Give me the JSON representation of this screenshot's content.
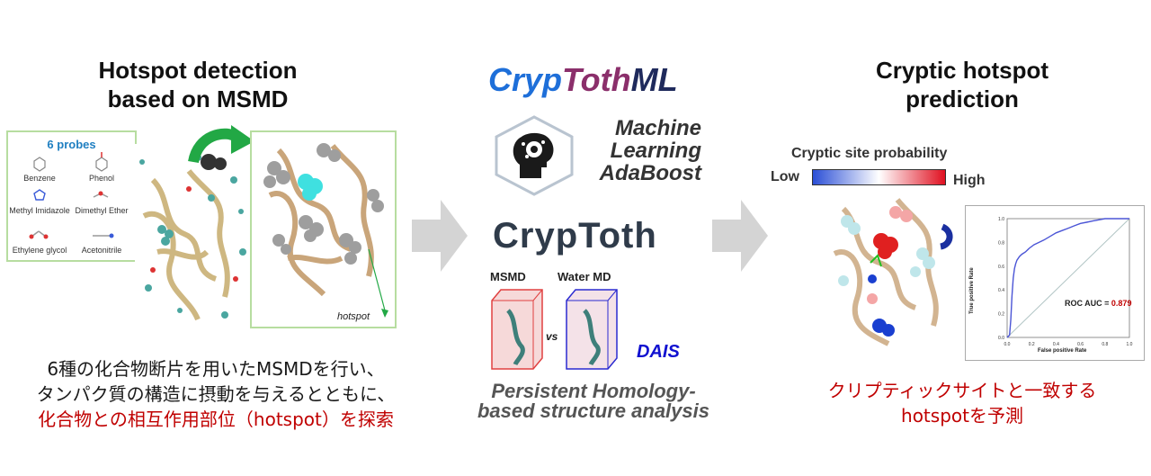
{
  "left": {
    "title_line1": "Hotspot detection",
    "title_line2": "based on MSMD",
    "probes_title": "6 probes",
    "probes": [
      "Benzene",
      "Phenol",
      "Methyl Imidazole",
      "Dimethyl Ether",
      "Ethylene glycol",
      "Acetonitrile"
    ],
    "hotspot_label": "hotspot",
    "desc_line1": "6種の化合物断片を用いたMSMDを行い、",
    "desc_line2": "タンパク質の構造に摂動を与えるとともに、",
    "desc_line3": "化合物との相互作用部位（hotspot）を探索"
  },
  "middle": {
    "logo_part1": "Cryp",
    "logo_part2": "Toth",
    "logo_part3": "ML",
    "ml_line1": "Machine",
    "ml_line2": "Learning",
    "ml_line3": "AdaBoost",
    "cryptoth": "CrypToth",
    "msmd_label": "MSMD",
    "water_label": "Water MD",
    "vs_label": "vs",
    "dais_label": "DAIS",
    "persist_line1": "Persistent Homology-",
    "persist_line2": "based structure analysis"
  },
  "right": {
    "title_line1": "Cryptic hotspot",
    "title_line2": "prediction",
    "prob_title": "Cryptic site probability",
    "low_label": "Low",
    "high_label": "High",
    "roc_ylabel": "True positive Rate",
    "roc_xlabel": "False positive Rate",
    "roc_auc_label": "ROC AUC = ",
    "roc_auc_value": "0.879",
    "ticks": [
      "0.0",
      "0.2",
      "0.4",
      "0.6",
      "0.8",
      "1.0"
    ],
    "desc_line1": "クリプティックサイトと一致する",
    "desc_line2": "hotspotを予測"
  },
  "colors": {
    "accent_red": "#c00000",
    "logo_blue": "#1e6fd9",
    "logo_purple": "#8b2f6b",
    "logo_navy": "#1f2a5c",
    "arrow_gray": "#d4d4d4",
    "green_arrow": "#22a845",
    "box_green": "#b7dda0"
  },
  "chart_data": {
    "type": "line",
    "xlabel": "False positive Rate",
    "ylabel": "True positive Rate",
    "xlim": [
      0,
      1
    ],
    "ylim": [
      0,
      1
    ],
    "series": [
      {
        "x": [
          0.0,
          0.02,
          0.03,
          0.04,
          0.05,
          0.06,
          0.07,
          0.08,
          0.1,
          0.12,
          0.15,
          0.18,
          0.22,
          0.26,
          0.3,
          0.35,
          0.4,
          0.45,
          0.5,
          0.55,
          0.6,
          0.65,
          0.7,
          0.75,
          0.8,
          0.9,
          1.0
        ],
        "y": [
          0.0,
          0.02,
          0.15,
          0.35,
          0.5,
          0.58,
          0.62,
          0.65,
          0.68,
          0.7,
          0.72,
          0.75,
          0.78,
          0.8,
          0.82,
          0.85,
          0.88,
          0.9,
          0.92,
          0.94,
          0.96,
          0.97,
          0.98,
          0.99,
          1.0,
          1.0,
          1.0
        ]
      }
    ],
    "diagonal": true
  }
}
